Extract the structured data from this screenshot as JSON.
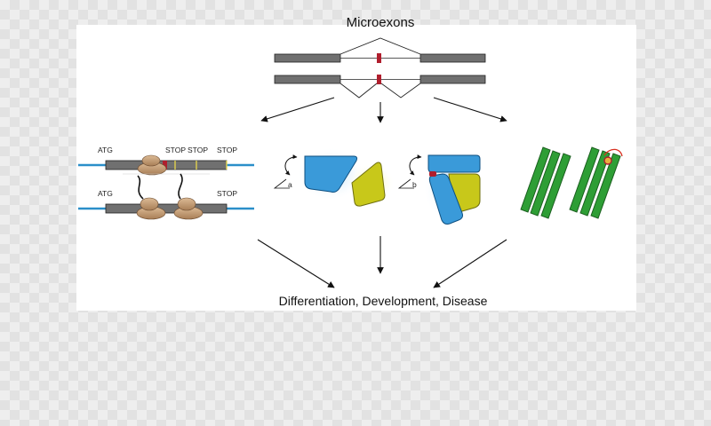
{
  "diagram": {
    "title": "Microexons",
    "caption": "Differentiation, Development,  Disease",
    "transcript_labels": {
      "top": {
        "start": "ATG",
        "stop1": "STOP",
        "stop2": "STOP",
        "stop3": "STOP"
      },
      "bottom": {
        "start": "ATG",
        "stop": "STOP"
      }
    },
    "angle_labels": {
      "left": "a",
      "right": "b"
    }
  },
  "colors": {
    "exon": "#707070",
    "microexon": "#b01e2d",
    "utr": "#2a8fc9",
    "ribosome": "#c9a27a",
    "domain_blue": "#3a9ad9",
    "domain_yellow": "#c8c81a",
    "helix_green": "#2e9e35"
  }
}
